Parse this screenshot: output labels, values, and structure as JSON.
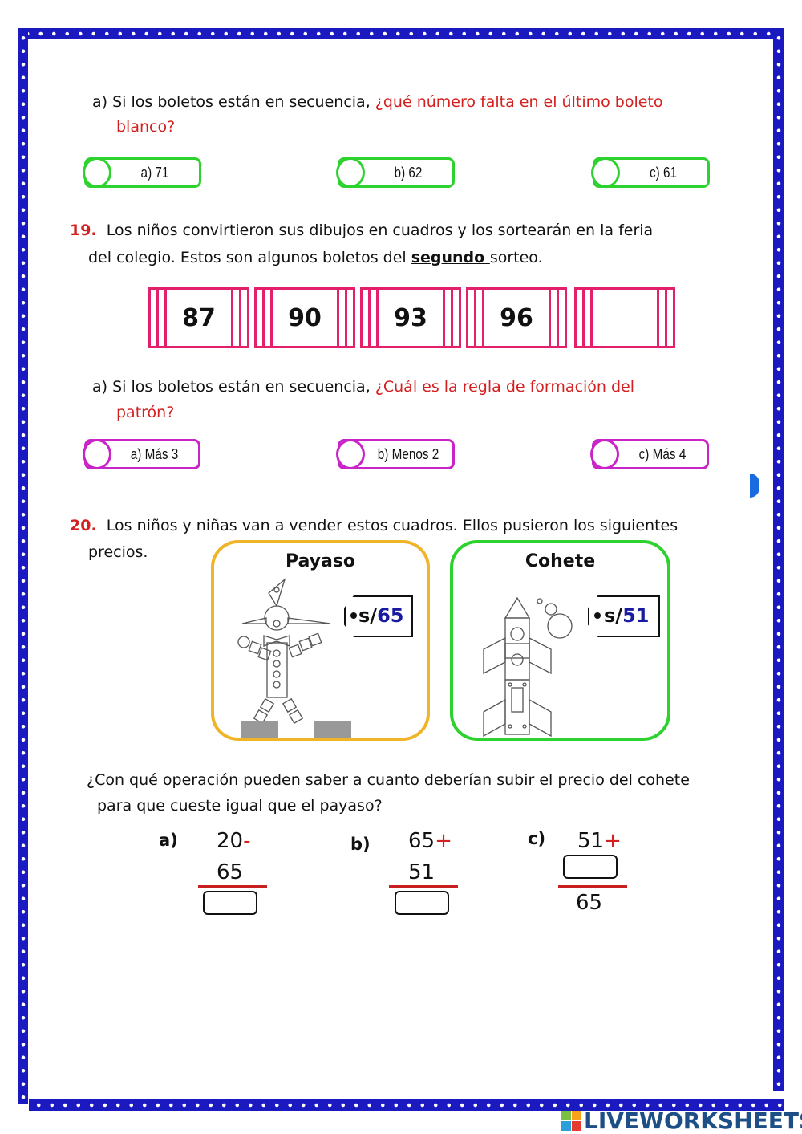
{
  "q18": {
    "part_a_prefix": "a) Si los boletos están en secuencia, ",
    "part_a_question_line1": "¿qué número falta en el último boleto",
    "part_a_question_line2": "blanco?",
    "options": [
      "a) 71",
      "b) 62",
      "c) 61"
    ]
  },
  "q19": {
    "number": "19.",
    "text_line1": "Los niños convirtieron sus dibujos en cuadros y los sortearán en la feria",
    "text_line2_before": "del colegio. Estos son algunos boletos del ",
    "text_line2_underlined": "segundo ",
    "text_line2_after": "sorteo.",
    "tickets": [
      "87",
      "90",
      "93",
      "96",
      ""
    ],
    "part_a_prefix": "a) Si los boletos están en secuencia, ",
    "part_a_question_line1": "¿Cuál es la regla de formación del",
    "part_a_question_line2": "patrón?",
    "options": [
      "a) Más 3",
      "b) Menos 2",
      "c) Más 4"
    ]
  },
  "q20": {
    "number": "20.",
    "text_line1": "Los niños y niñas van a vender estos cuadros. Ellos pusieron los siguientes",
    "text_line2": "precios.",
    "cards": [
      {
        "title": "Payaso",
        "price_prefix": "s/",
        "price": "65",
        "border_color": "#f0b428"
      },
      {
        "title": "Cohete",
        "price_prefix": "s/",
        "price": "51",
        "border_color": "#2ed22e"
      }
    ],
    "question_line1": "¿Con qué operación pueden saber a cuanto deberían subir el precio del cohete",
    "question_line2": "para que cueste igual que el payaso?",
    "operations": [
      {
        "label": "a)",
        "top": "20",
        "sign": "-",
        "second": "65",
        "result": ""
      },
      {
        "label": "b)",
        "top": "65",
        "sign": "+",
        "second": "51",
        "result": ""
      },
      {
        "label": "c)",
        "top": "51",
        "sign": "+",
        "second": "",
        "result": "65"
      }
    ]
  },
  "footer": {
    "brand": "LIVEWORKSHEETS",
    "logo_letters": "LIVE"
  },
  "colors": {
    "frame": "#1a1ac0",
    "accent_red": "#d42020",
    "ticket_pink": "#e2206c",
    "option_green": "#2ed22e",
    "option_purple": "#c824c8",
    "price_blue": "#1a1aa0"
  }
}
